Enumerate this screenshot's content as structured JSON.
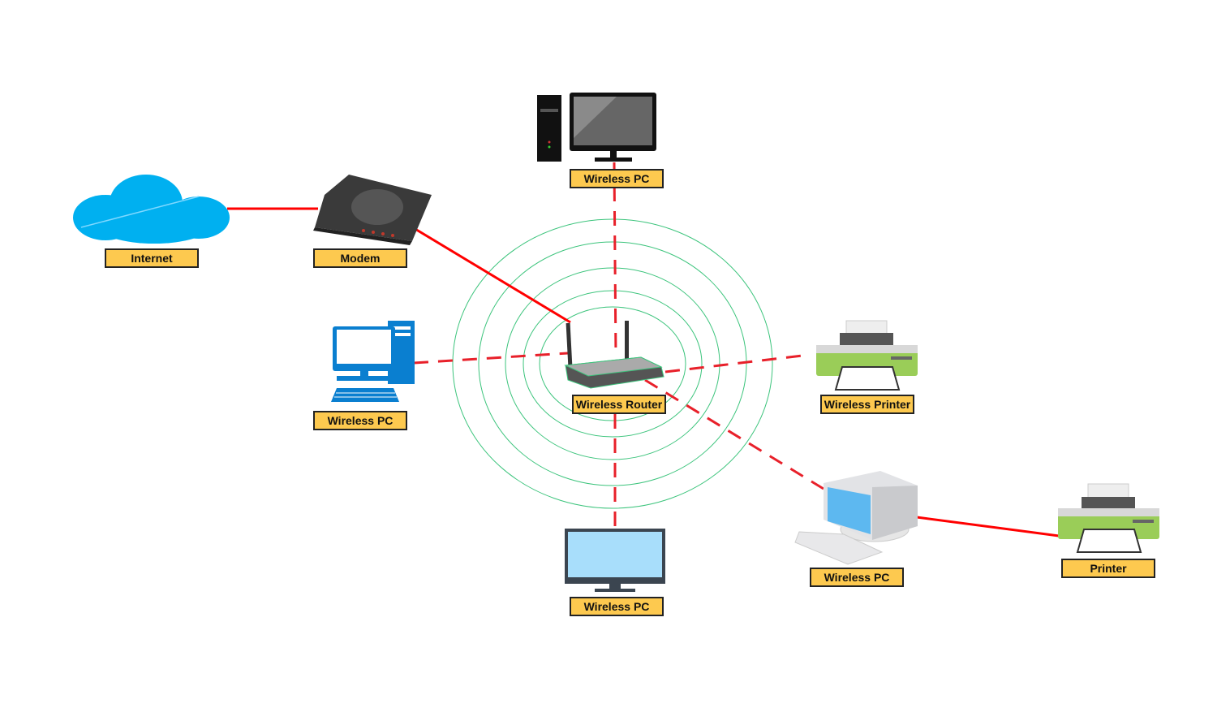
{
  "nodes": {
    "internet": {
      "label": "Internet",
      "icon": "cloud-icon"
    },
    "modem": {
      "label": "Modem",
      "icon": "modem-icon"
    },
    "router": {
      "label": "Wireless Router",
      "icon": "router-icon"
    },
    "pc_top": {
      "label": "Wireless PC",
      "icon": "desktop-tower-icon"
    },
    "pc_left": {
      "label": "Wireless PC",
      "icon": "desktop-pc-icon"
    },
    "pc_bottom": {
      "label": "Wireless PC",
      "icon": "monitor-icon"
    },
    "pc_right": {
      "label": "Wireless PC",
      "icon": "crt-pc-icon"
    },
    "wireless_printer": {
      "label": "Wireless Printer",
      "icon": "printer-icon"
    },
    "printer": {
      "label": "Printer",
      "icon": "printer-icon"
    }
  },
  "colors": {
    "wired": "#ff0000",
    "wireless": "#e8202a",
    "signal": "#3cc47c",
    "label_bg": "#fdc94f"
  }
}
